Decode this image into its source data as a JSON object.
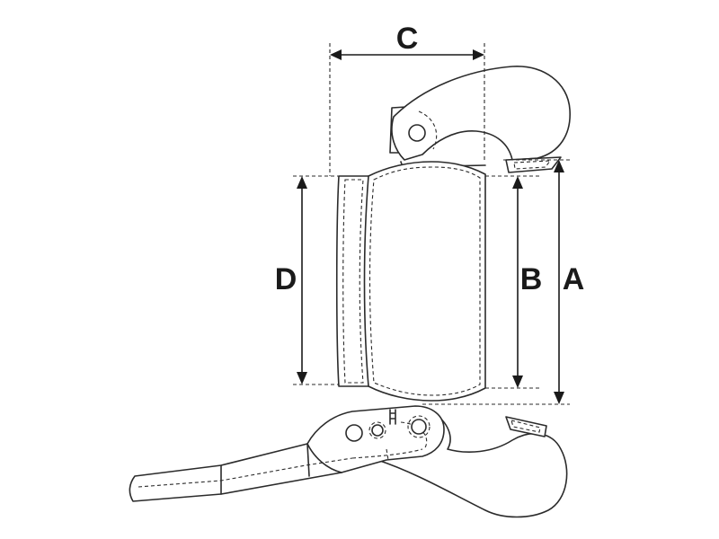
{
  "diagram": {
    "dimensions": {
      "a": "A",
      "b": "B",
      "c": "C",
      "d": "D"
    },
    "colors": {
      "line": "#2b2b2b",
      "background": "#ffffff"
    }
  }
}
